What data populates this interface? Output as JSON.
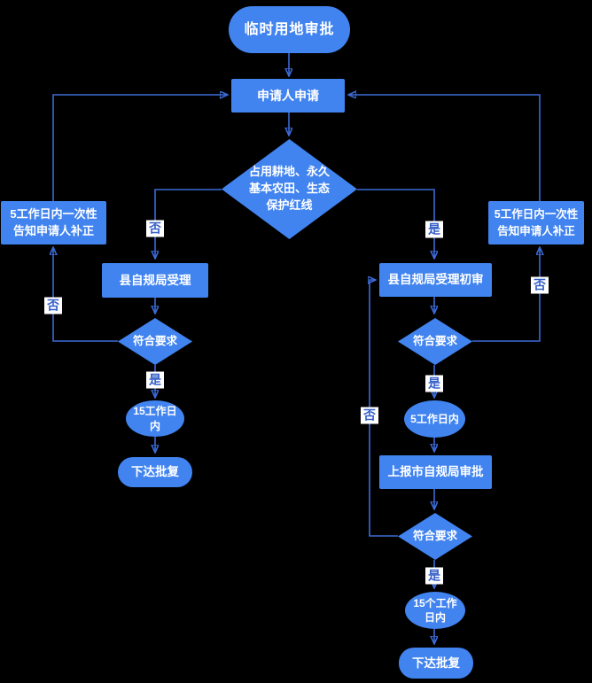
{
  "palette": {
    "background": "#000000",
    "node_fill": "#4184F0",
    "node_text": "#FFFFFF",
    "edge_color": "#3C6AD6",
    "label_bg": "#FFFFFF",
    "label_text": "#3660C8"
  },
  "nodes": {
    "start": "临时用地审批",
    "apply": "申请人申请",
    "main_decision": "占用耕地、永久\n基本农田、生态\n保护红线",
    "notify_left": "5工作日内一次性\n告知申请人补正",
    "accept_left": "县自规局受理",
    "check_left": "符合要求",
    "days15_left": "15工作日\n内",
    "issue_left": "下达批复",
    "accept_right": "县自规局受理初审",
    "notify_right": "5工作日内一次性\n告知申请人补正",
    "check_right1": "符合要求",
    "days5_right": "5工作日内",
    "report_right": "上报市自规局审批",
    "check_right2": "符合要求",
    "days15_right": "15个工作\n日内",
    "issue_right": "下达批复"
  },
  "labels": {
    "yes": "是",
    "no": "否"
  }
}
